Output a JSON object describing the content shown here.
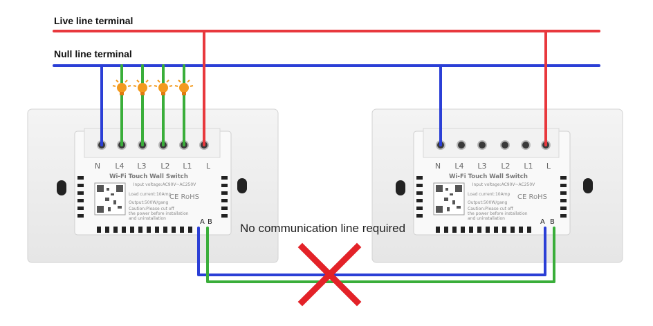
{
  "labels": {
    "live": "Live line terminal",
    "null": "Null line terminal",
    "note": "No communication line required"
  },
  "switch": {
    "terminals": [
      "N",
      "L4",
      "L3",
      "L2",
      "L1",
      "L"
    ],
    "title": "Wi-Fi Touch Wall Switch",
    "voltage": "Input voltage:AC90V~AC250V",
    "current": "Load current:10Amp",
    "output": "Output:500W/gang",
    "caution1": "Caution:Please cut off",
    "caution2": "the power before installation",
    "caution3": "and uninstallation",
    "cert": "CE RoHS",
    "port_a": "A",
    "port_b": "B"
  },
  "colors": {
    "live": "#e8383d",
    "null": "#2b3fd6",
    "load": "#3aae3a",
    "cross": "#e32228",
    "bulb": "#f39a1e"
  },
  "icons": [
    "light-bulb-icon",
    "cross-mark-icon"
  ]
}
